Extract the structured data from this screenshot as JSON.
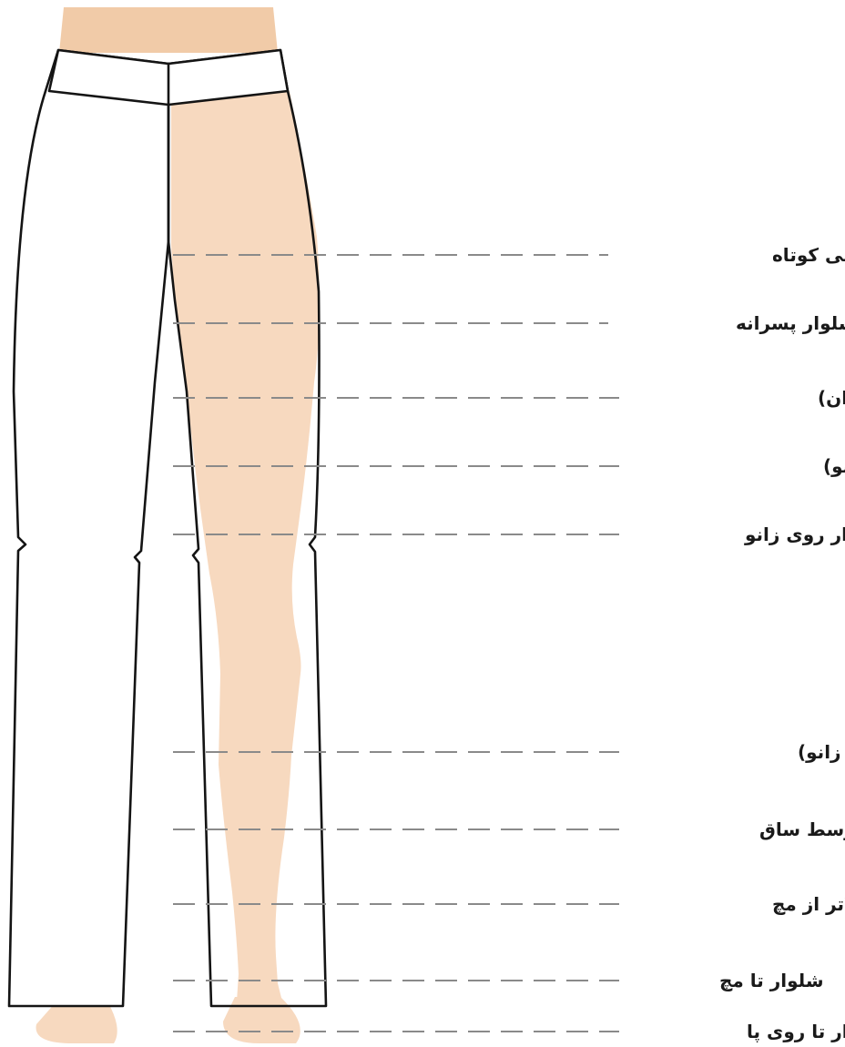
{
  "colors": {
    "skin": "#f7d9bf",
    "skin_dark": "#f1cba8",
    "outline": "#141414",
    "guide_line": "#8a8a8a",
    "label_text": "#1a1a1a"
  },
  "labels": [
    {
      "id": "very-short",
      "text": "شلوار خیلی کوتاه"
    },
    {
      "id": "boys",
      "text": "شلوار پسرانه"
    },
    {
      "id": "jamaica",
      "text": "شلوار جامائیکا (وسط ران)"
    },
    {
      "id": "bermuda",
      "text": "شلوار برمودا (بالای زانو)"
    },
    {
      "id": "knee",
      "text": "شلوار روی زانو"
    },
    {
      "id": "golf",
      "text": "شلوار گلف (زیر زانو)"
    },
    {
      "id": "mid-calf",
      "text": "شلوار وسط ساق"
    },
    {
      "id": "above-ankle",
      "text": "شلوار بالاتر از مچ"
    },
    {
      "id": "ankle",
      "text": "شلوار تا مچ"
    },
    {
      "id": "foot",
      "text": "شلوار تا روی پا"
    }
  ]
}
